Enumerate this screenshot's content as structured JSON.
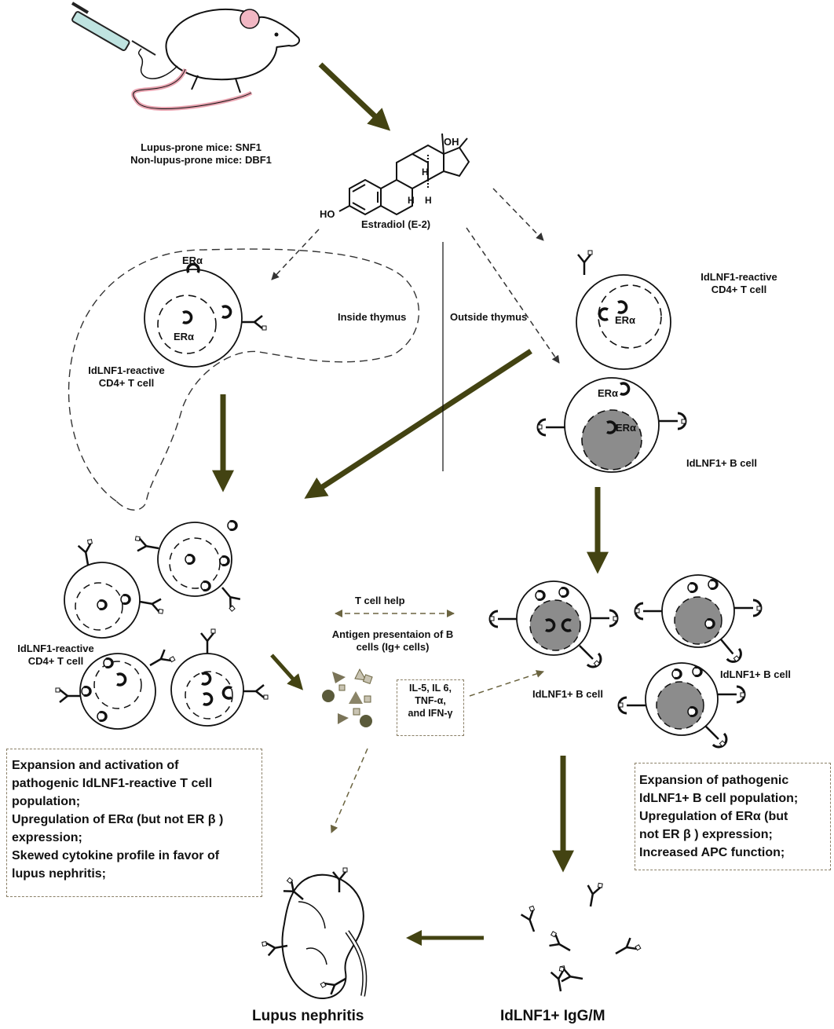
{
  "mice": {
    "lupus_prone": "Lupus-prone mice: SNF1",
    "non_lupus_prone": "Non-lupus-prone mice: DBF1"
  },
  "molecule": {
    "label": "Estradiol (E-2)",
    "oh_top": "OH",
    "oh_left": "HO",
    "h1": "H",
    "h2": "H",
    "h3": "H"
  },
  "receptor_label": "ERα",
  "thymus": {
    "inside": "Inside thymus",
    "outside": "Outside thymus"
  },
  "cells": {
    "t_cell_inside": [
      "IdLNF1-reactive",
      "CD4+ T cell"
    ],
    "t_cell_outside": [
      "IdLNF1-reactive",
      "CD4+ T cell"
    ],
    "b_cell_outside": "IdLNF1+ B cell",
    "t_cells_expanded": [
      "IdLNF1-reactive",
      "CD4+ T cell"
    ],
    "b_cells_expanded_a": "IdLNF1+ B cell",
    "b_cells_expanded_b": "IdLNF1+ B cell"
  },
  "interaction": {
    "t_cell_help": "T cell help",
    "antigen_presentation": [
      "Antigen presentaion of B",
      "cells (Ig+ cells)"
    ],
    "cytokines": [
      "IL-5, IL 6,",
      "TNF-α,",
      "and IFN-γ"
    ]
  },
  "t_box": [
    "Expansion and activation of",
    "pathogenic IdLNF1-reactive T  cell",
    "population;",
    "Upregulation of ERα (but not ER β )",
    "expression;",
    "Skewed cytokine profile in favor of",
    "lupus nephritis;"
  ],
  "b_box": [
    "Expansion of pathogenic",
    "IdLNF1+ B cell population;",
    "Upregulation of ERα (but",
    "not ER β ) expression;",
    "Increased APC function;"
  ],
  "outcomes": {
    "nephritis": "Lupus nephritis",
    "antibodies": "IdLNF1+ IgG/M"
  },
  "colors": {
    "arrow": "#434312",
    "nucleus_fill": "#8c8c8c",
    "box_border": "#8a7f66",
    "particle_dark": "#5a5a3a",
    "particle_light": "#c9c4b3"
  }
}
